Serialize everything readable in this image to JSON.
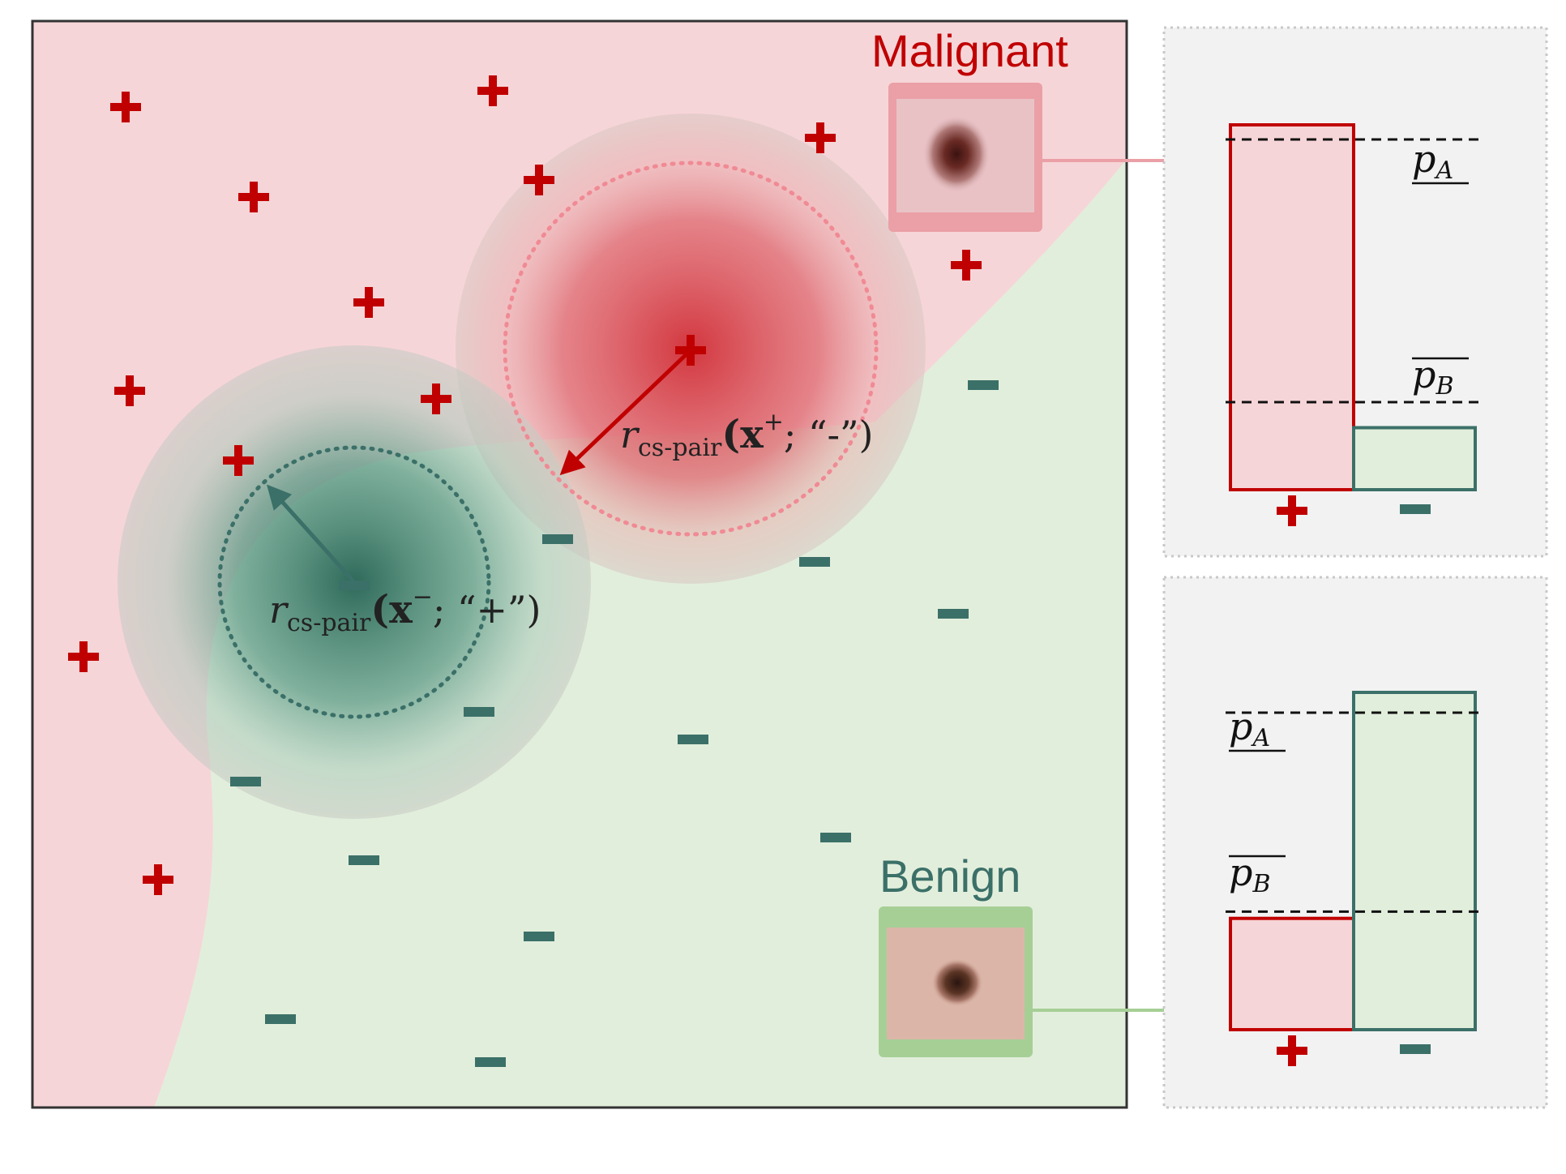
{
  "labels": {
    "malignant": "Malignant",
    "benign": "Benign",
    "positive_radius": {
      "r": "r",
      "sub": "cs-pair",
      "arg": "(x",
      "sup": "+",
      "rest": "; “-”)"
    },
    "negative_radius": {
      "r": "r",
      "sub": "cs-pair",
      "arg": "(x",
      "sup": "−",
      "rest": "; “+”)"
    }
  },
  "panel_top": {
    "pA_label": "p",
    "pA_sub": "A",
    "pB_label": "p",
    "pB_sub": "B",
    "positive_class": "+",
    "negative_class": "−",
    "values": {
      "positive": 1.0,
      "negative": 0.17
    },
    "pA": 0.96,
    "pB": 0.24
  },
  "panel_bottom": {
    "pA_label": "p",
    "pA_sub": "A",
    "pB_label": "p",
    "pB_sub": "B",
    "positive_class": "+",
    "negative_class": "−",
    "values": {
      "positive": 0.33,
      "negative": 1.0
    },
    "pA": 0.94,
    "pB": 0.35
  },
  "colors": {
    "malignant_region": "#f6d5d8",
    "benign_region": "#e2eedc",
    "positive": "#c00000",
    "negative": "#3b7068",
    "malignant_frame": "#eaa0a6",
    "benign_frame": "#a6cf96",
    "panel_bg": "#f2f2f2"
  },
  "icons": {
    "plus": "plus-marker-icon",
    "minus": "minus-marker-icon"
  }
}
